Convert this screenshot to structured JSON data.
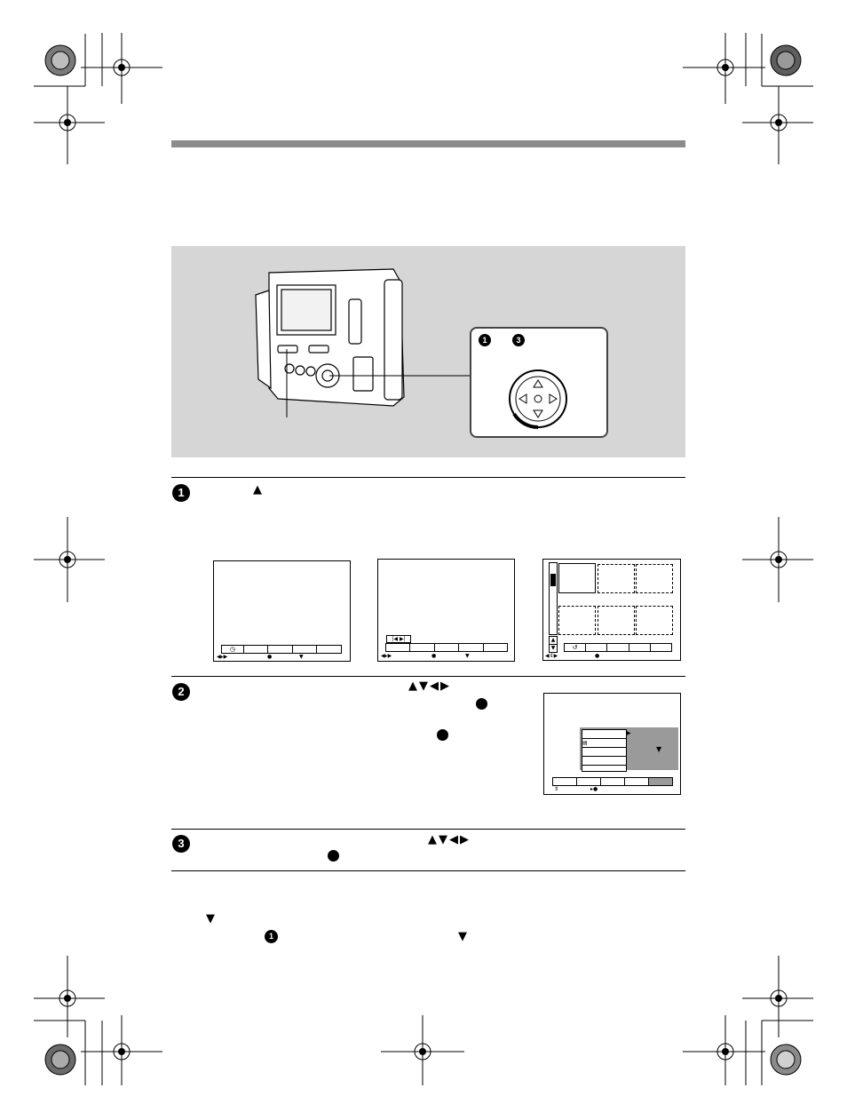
{
  "header": {
    "accent_color": "#8c8c8c"
  },
  "illustration": {
    "background": "#d6d6d6",
    "callout_steps": [
      "1",
      "3"
    ],
    "control_icon": "multi-selector-icon"
  },
  "steps": [
    {
      "number": "1",
      "symbols": [
        "▲"
      ]
    },
    {
      "number": "2",
      "symbols": [
        "▲▼◀▶"
      ],
      "markers": [
        "●",
        "●"
      ]
    },
    {
      "number": "3",
      "symbols": [
        "▲▼◀▶"
      ],
      "markers": [
        "●"
      ]
    }
  ],
  "footer_note": {
    "symbols": [
      "▼",
      "▼"
    ],
    "step_ref": "1"
  },
  "screens": {
    "screen1_icon": "timer-icon",
    "screen2_icon": "skip-icon",
    "screen3_icon": "return-icon",
    "menu_icon": "tv-icon",
    "indicator_down": "▼"
  }
}
